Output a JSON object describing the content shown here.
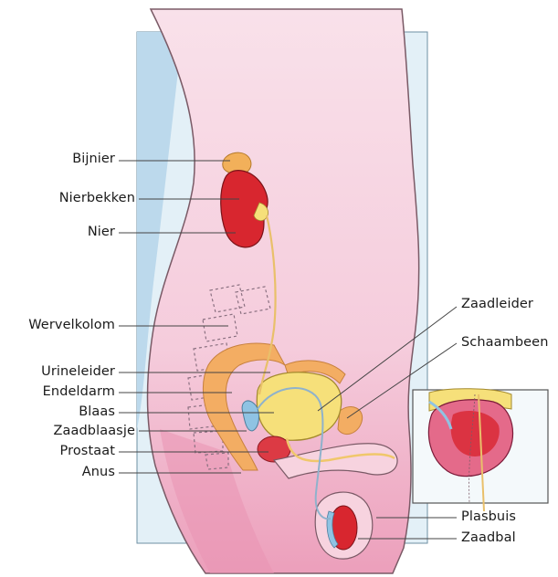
{
  "labels_left": [
    {
      "id": "bijnier",
      "text": "Bijnier"
    },
    {
      "id": "nierbekken",
      "text": "Nierbekken"
    },
    {
      "id": "nier",
      "text": "Nier"
    },
    {
      "id": "wervelkolom",
      "text": "Wervelkolom"
    },
    {
      "id": "urineleider",
      "text": "Urineleider"
    },
    {
      "id": "endeldarm",
      "text": "Endeldarm"
    },
    {
      "id": "blaas",
      "text": "Blaas"
    },
    {
      "id": "zaadblaasje",
      "text": "Zaadblaasje"
    },
    {
      "id": "prostaat",
      "text": "Prostaat"
    },
    {
      "id": "anus",
      "text": "Anus"
    }
  ],
  "labels_right": [
    {
      "id": "zaadleider",
      "text": "Zaadleider"
    },
    {
      "id": "schaambeen",
      "text": "Schaambeen"
    },
    {
      "id": "plasbuis",
      "text": "Plasbuis"
    },
    {
      "id": "zaadbal",
      "text": "Zaadbal"
    }
  ],
  "colors": {
    "skin": "#f6d3e0",
    "skin_dark": "#efb5c8",
    "background_panel": "#d9ecf5",
    "kidney": "#d8262f",
    "adrenal": "#f2b05a",
    "bladder": "#f7e27a",
    "intestine": "#f4b56a",
    "vessel_blue": "#8dbfe0",
    "leader_line": "#444444"
  }
}
